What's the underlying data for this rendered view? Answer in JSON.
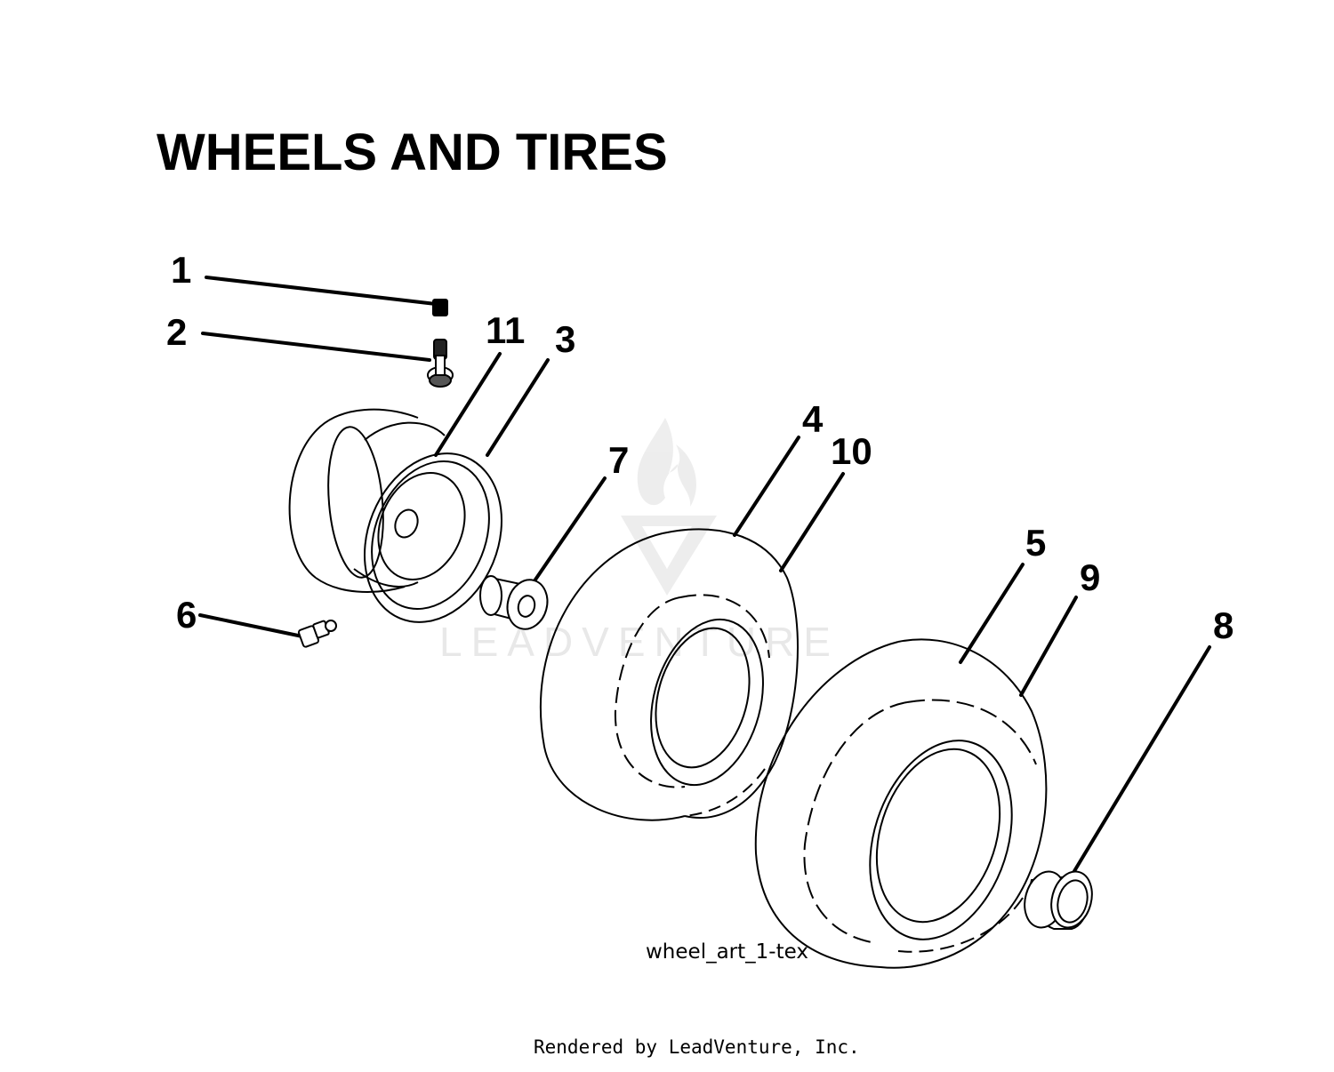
{
  "title": "WHEELS AND TIRES",
  "art_code": "wheel_art_1-tex",
  "rendered_by": "Rendered by LeadVenture, Inc.",
  "watermark": {
    "text": "LEADVENTURE",
    "color": "#e6e6e6"
  },
  "callouts": [
    {
      "id": "1",
      "label": "1"
    },
    {
      "id": "2",
      "label": "2"
    },
    {
      "id": "3",
      "label": "3"
    },
    {
      "id": "4",
      "label": "4"
    },
    {
      "id": "5",
      "label": "5"
    },
    {
      "id": "6",
      "label": "6"
    },
    {
      "id": "7",
      "label": "7"
    },
    {
      "id": "8",
      "label": "8"
    },
    {
      "id": "9",
      "label": "9"
    },
    {
      "id": "10",
      "label": "10"
    },
    {
      "id": "11",
      "label": "11"
    }
  ]
}
